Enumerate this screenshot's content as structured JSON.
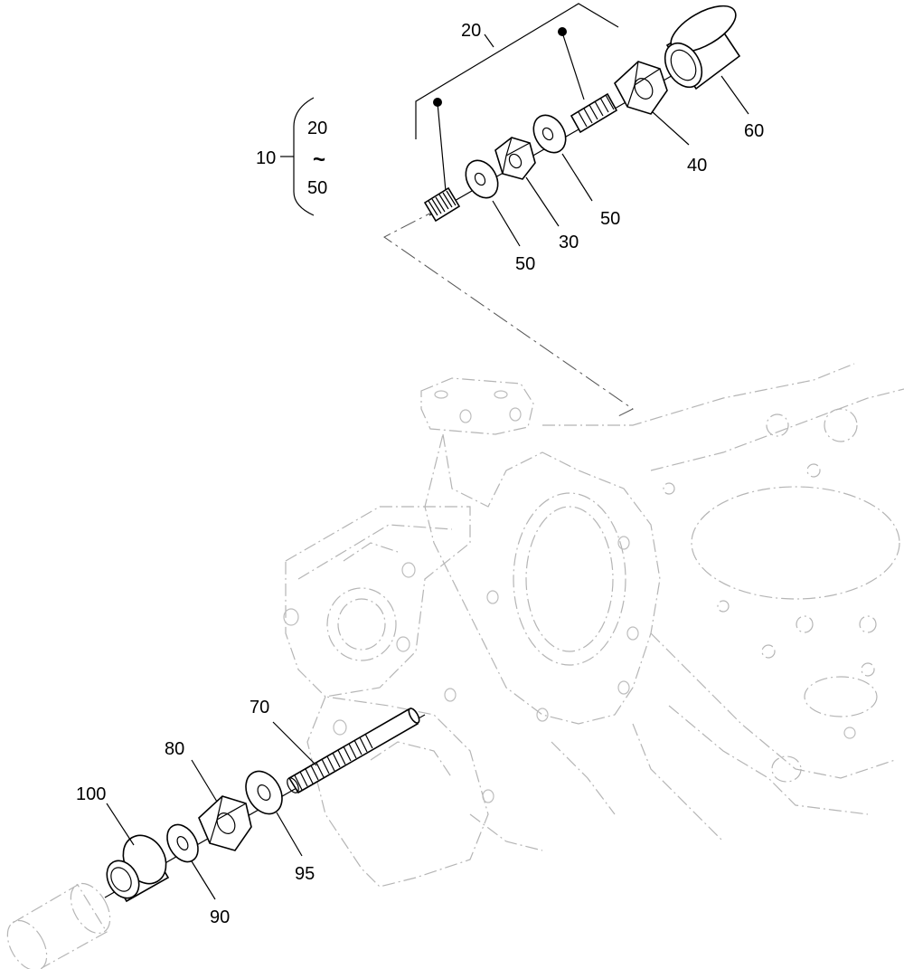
{
  "callouts": {
    "c10": "10",
    "bracket_top": "20",
    "bracket_tilde": "~",
    "bracket_bottom": "50",
    "c20": "20",
    "c30": "30",
    "c40": "40",
    "c50a": "50",
    "c50b": "50",
    "c60": "60",
    "c70": "70",
    "c80": "80",
    "c90": "90",
    "c95": "95",
    "c100": "100"
  }
}
